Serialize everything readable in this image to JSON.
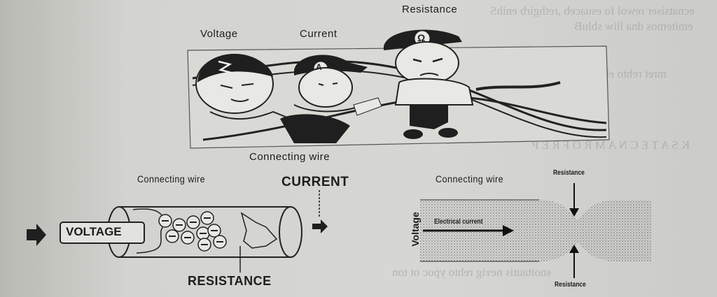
{
  "top_cartoon": {
    "voltage": "Voltage",
    "current": "Current",
    "resistance": "Resistance",
    "connecting_wire": "Connecting wire",
    "voltage_cap_symbol": "Z",
    "current_cap_symbol": "A",
    "resistance_cap_symbol": "Ω"
  },
  "pipe_diagram": {
    "connecting_wire": "Connecting wire",
    "current": "CURRENT",
    "voltage": "VOLTAGE",
    "resistance": "RESISTANCE",
    "electron_symbol": "⊖"
  },
  "constriction_diagram": {
    "connecting_wire": "Connecting wire",
    "voltage": "Voltage",
    "electrical_current": "Electrical current",
    "resistance_top": "Resistance",
    "resistance_bottom": "Resistance"
  },
  "colors": {
    "ink": "#1d1d1d",
    "paper": "#d3d3cf"
  }
}
